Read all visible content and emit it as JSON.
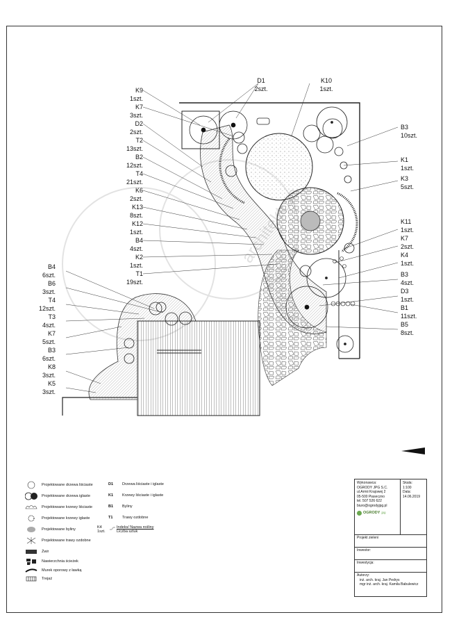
{
  "plant_labels_left_top": [
    {
      "code": "K9",
      "count": "1szt."
    },
    {
      "code": "K7",
      "count": "3szt."
    },
    {
      "code": "D2",
      "count": "2szt."
    },
    {
      "code": "T2",
      "count": "13szt."
    },
    {
      "code": "B2",
      "count": "12szt."
    },
    {
      "code": "T4",
      "count": "21szt."
    },
    {
      "code": "K6",
      "count": "2szt."
    },
    {
      "code": "K13",
      "count": "8szt."
    },
    {
      "code": "K12",
      "count": "1szt."
    },
    {
      "code": "B4",
      "count": "4szt."
    },
    {
      "code": "K2",
      "count": "1szt."
    },
    {
      "code": "T1",
      "count": "19szt."
    }
  ],
  "plant_labels_left_bottom": [
    {
      "code": "B4",
      "count": "6szt."
    },
    {
      "code": "B6",
      "count": "3szt."
    },
    {
      "code": "T4",
      "count": "12szt."
    },
    {
      "code": "T3",
      "count": "4szt."
    },
    {
      "code": "K7",
      "count": "5szt."
    },
    {
      "code": "B3",
      "count": "6szt."
    },
    {
      "code": "K8",
      "count": "3szt."
    },
    {
      "code": "K5",
      "count": "3szt."
    }
  ],
  "plant_labels_top": [
    {
      "code": "D1",
      "count": "2szt."
    },
    {
      "code": "K10",
      "count": "1szt."
    }
  ],
  "plant_labels_right": [
    {
      "code": "B3",
      "count": "10szt."
    },
    {
      "code": "K1",
      "count": "1szt."
    },
    {
      "code": "K3",
      "count": "5szt."
    },
    {
      "code": "K11",
      "count": "1szt."
    },
    {
      "code": "K7",
      "count": "2szt."
    },
    {
      "code": "K4",
      "count": "1szt."
    },
    {
      "code": "B3",
      "count": "4szt."
    },
    {
      "code": "D3",
      "count": "1szt."
    },
    {
      "code": "B1",
      "count": "11szt."
    },
    {
      "code": "B5",
      "count": "8szt."
    }
  ],
  "legend": {
    "items": [
      {
        "icon": "deciduous-tree-icon",
        "label": "Projektowane drzewa liściaste"
      },
      {
        "icon": "conifer-tree-icon",
        "label": "Projektowane drzewa iglaste"
      },
      {
        "icon": "deciduous-shrub-icon",
        "label": "Projektowane krzewy liściaste"
      },
      {
        "icon": "conifer-shrub-icon",
        "label": "Projektowane krzewy iglaste"
      },
      {
        "icon": "perennial-icon",
        "label": "Projektowane byliny"
      },
      {
        "icon": "grass-icon",
        "label": "Projektowane trawy ozdobne"
      },
      {
        "icon": "gravel-icon",
        "label": "Żwir"
      },
      {
        "icon": "path-surface-icon",
        "label": "Nawierzchnia ścieżek"
      },
      {
        "icon": "retaining-wall-icon",
        "label": "Murek oporowy z  ławką"
      },
      {
        "icon": "trellis-icon",
        "label": "Trejaż"
      }
    ],
    "codes": [
      {
        "code": "D1",
        "label": "Drzewa liściaste i iglaste"
      },
      {
        "code": "K1",
        "label": "Krzewy liściaste i iglaste"
      },
      {
        "code": "B1",
        "label": "Byliny"
      },
      {
        "code": "T1",
        "label": "Trawy ozdobne"
      }
    ],
    "index_example": {
      "code": "K4",
      "count": "1szt.",
      "label1": "Indeks/ Nazwa rośliny",
      "label2": "Liczba sztuk"
    }
  },
  "title_block": {
    "contractor_heading": "Wykonawca:",
    "contractor_lines": [
      "OGRODY JPG S.C.",
      "ul.Armii Krajowej 2",
      "05-500 Piaseczno",
      "tel. 507 526 622",
      "biuro@ogrodyjpg.pl"
    ],
    "logo_text": "OGRODY",
    "logo_suffix": "jpg",
    "scale_heading": "Skala:",
    "scale": "1:100",
    "date_heading": "Data:",
    "date": "14.06.2019",
    "project": "Projekt zieleni",
    "investor": "Inwestor:",
    "investment": "Inwestycja:",
    "authors_heading": "Autorzy:",
    "authors": [
      "inż. arch. kraj. Jan Pedrys",
      "mgr inż. arch. kraj. Kamila Babulewicz"
    ]
  },
  "watermark": "architektura"
}
